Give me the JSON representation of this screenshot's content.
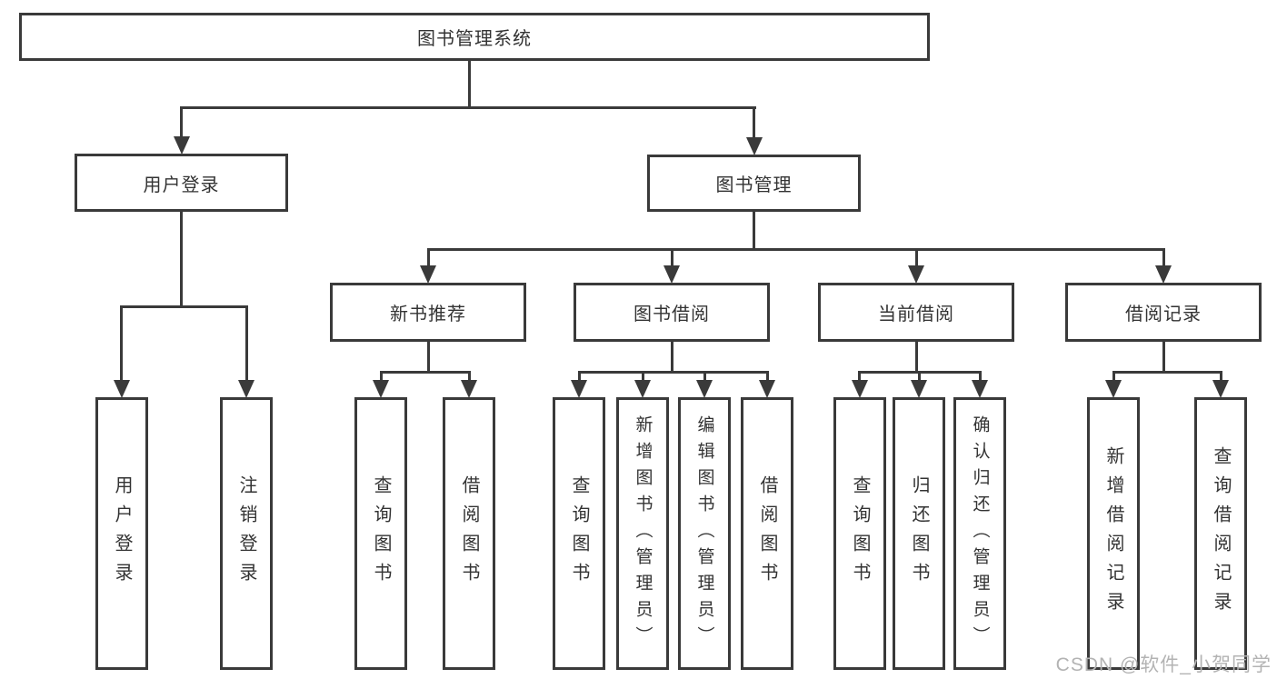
{
  "diagram": {
    "title": "图书管理系统",
    "colors": {
      "line": "#3a3a3a",
      "text": "#333333",
      "background": "#ffffff",
      "watermark": "#b3b3b3"
    },
    "nodes": {
      "root": {
        "label": "图书管理系统"
      },
      "level2": [
        {
          "label": "用户登录"
        },
        {
          "label": "图书管理"
        }
      ],
      "level3": [
        {
          "label": "新书推荐"
        },
        {
          "label": "图书借阅"
        },
        {
          "label": "当前借阅"
        },
        {
          "label": "借阅记录"
        }
      ],
      "leaves": [
        {
          "label": "用户登录",
          "parent": "用户登录"
        },
        {
          "label": "注销登录",
          "parent": "用户登录"
        },
        {
          "label": "查询图书",
          "parent": "新书推荐"
        },
        {
          "label": "借阅图书",
          "parent": "新书推荐"
        },
        {
          "label": "查询图书",
          "parent": "图书借阅"
        },
        {
          "label": "新增图书（管理员）",
          "parent": "图书借阅"
        },
        {
          "label": "编辑图书（管理员）",
          "parent": "图书借阅"
        },
        {
          "label": "借阅图书",
          "parent": "图书借阅"
        },
        {
          "label": "查询图书",
          "parent": "当前借阅"
        },
        {
          "label": "归还图书",
          "parent": "当前借阅"
        },
        {
          "label": "确认归还（管理员）",
          "parent": "当前借阅"
        },
        {
          "label": "新增借阅记录",
          "parent": "借阅记录"
        },
        {
          "label": "查询借阅记录",
          "parent": "借阅记录"
        }
      ]
    },
    "watermark": "CSDN @软件_小贺同学"
  }
}
